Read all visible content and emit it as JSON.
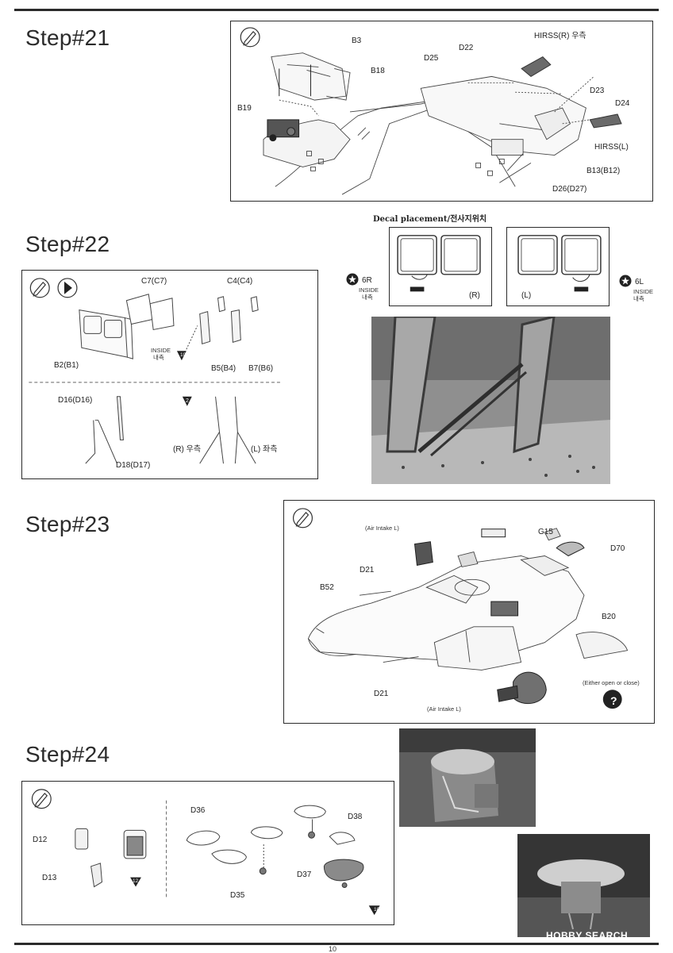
{
  "page": {
    "number": "10"
  },
  "step21": {
    "title": "Step#21",
    "labels": {
      "b3": "B3",
      "b18": "B18",
      "b19": "B19",
      "d25": "D25",
      "d22": "D22",
      "hirss_r": "HIRSS(R) 우측",
      "d23": "D23",
      "d24": "D24",
      "hirss_l": "HIRSS(L)",
      "b13": "B13(B12)",
      "d26": "D26(D27)"
    }
  },
  "step22": {
    "title": "Step#22",
    "labels": {
      "c7": "C7(C7)",
      "c4": "C4(C4)",
      "b2": "B2(B1)",
      "inside": "INSIDE",
      "inside_ko": "내측",
      "step_ref": "10",
      "b5": "B5(B4)",
      "b7": "B7(B6)",
      "d16": "D16(D16)",
      "d18": "D18(D17)",
      "marker": "2",
      "right": "(R) 우측",
      "left": "(L) 좌측"
    }
  },
  "decal": {
    "title": "Decal placement/전사지위치",
    "right_panel": "(R)",
    "left_panel": "(L)",
    "r_code": "6R",
    "l_code": "6L",
    "inside": "INSIDE",
    "inside_ko": "내측"
  },
  "step23": {
    "title": "Step#23",
    "labels": {
      "air_intake_top": "(Air Intake L)",
      "g15": "G15",
      "d70": "D70",
      "d21_top": "D21",
      "b52": "B52",
      "b20": "B20",
      "either": "(Either open or close)",
      "d21_bottom": "D21",
      "air_intake_bottom": "(Air Intake L)",
      "help": "?"
    }
  },
  "step24": {
    "title": "Step#24",
    "labels": {
      "d36": "D36",
      "d38": "D38",
      "d12": "D12",
      "d13": "D13",
      "step_ref": "12",
      "d37": "D37",
      "d35": "D35",
      "step_ref2": "10"
    }
  },
  "watermark": "HOBBY SEARCH",
  "icons": {
    "pencil": "pencil-icon",
    "direction": "direction-arrow-icon",
    "star": "star-icon",
    "question": "question-icon"
  }
}
